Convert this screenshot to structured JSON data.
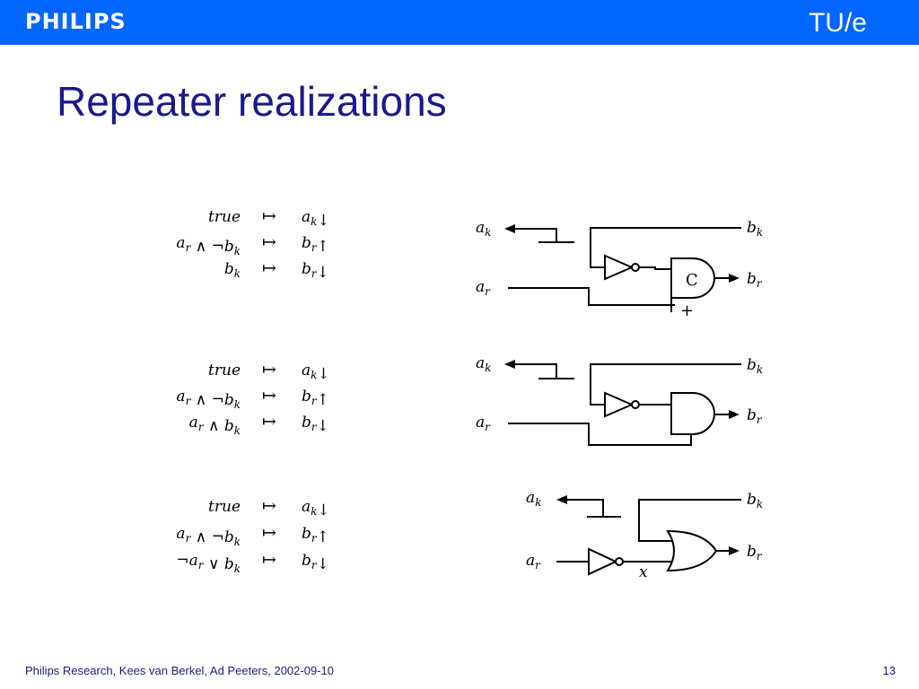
{
  "header": {
    "brand_left": "PHILIPS",
    "brand_right": "TU/e",
    "bar_color": "#0066ff"
  },
  "slide": {
    "title": "Repeater realizations",
    "title_color": "#1a1a8c"
  },
  "rules": [
    [
      {
        "lhs": "true",
        "arrow": "↦",
        "rhs": "a_k↓"
      },
      {
        "lhs": "a_r ∧ ¬b_k",
        "arrow": "↦",
        "rhs": "b_r↑"
      },
      {
        "lhs": "b_k",
        "arrow": "↦",
        "rhs": "b_r↓"
      }
    ],
    [
      {
        "lhs": "true",
        "arrow": "↦",
        "rhs": "a_k↓"
      },
      {
        "lhs": "a_r ∧ ¬b_k",
        "arrow": "↦",
        "rhs": "b_r↑"
      },
      {
        "lhs": "a_r ∧ b_k",
        "arrow": "↦",
        "rhs": "b_r↓"
      }
    ],
    [
      {
        "lhs": "true",
        "arrow": "↦",
        "rhs": "a_k↓"
      },
      {
        "lhs": "a_r ∧ ¬b_k",
        "arrow": "↦",
        "rhs": "b_r↑"
      },
      {
        "lhs": "¬a_r ∨ b_k",
        "arrow": "↦",
        "rhs": "b_r↓"
      }
    ]
  ],
  "circuits": [
    {
      "gate": "C-element",
      "gate_label": "C",
      "plus_label": "+",
      "labels": {
        "ak": "a_k",
        "ar": "a_r",
        "bk": "b_k",
        "br": "b_r"
      }
    },
    {
      "gate": "AND",
      "labels": {
        "ak": "a_k",
        "ar": "a_r",
        "bk": "b_k",
        "br": "b_r"
      }
    },
    {
      "gate": "OR",
      "node_label": "x",
      "labels": {
        "ak": "a_k",
        "ar": "a_r",
        "bk": "b_k",
        "br": "b_r"
      }
    }
  ],
  "footer": {
    "left": "Philips Research, Kees van Berkel, Ad Peeters, 2002-09-10",
    "right": "13"
  }
}
